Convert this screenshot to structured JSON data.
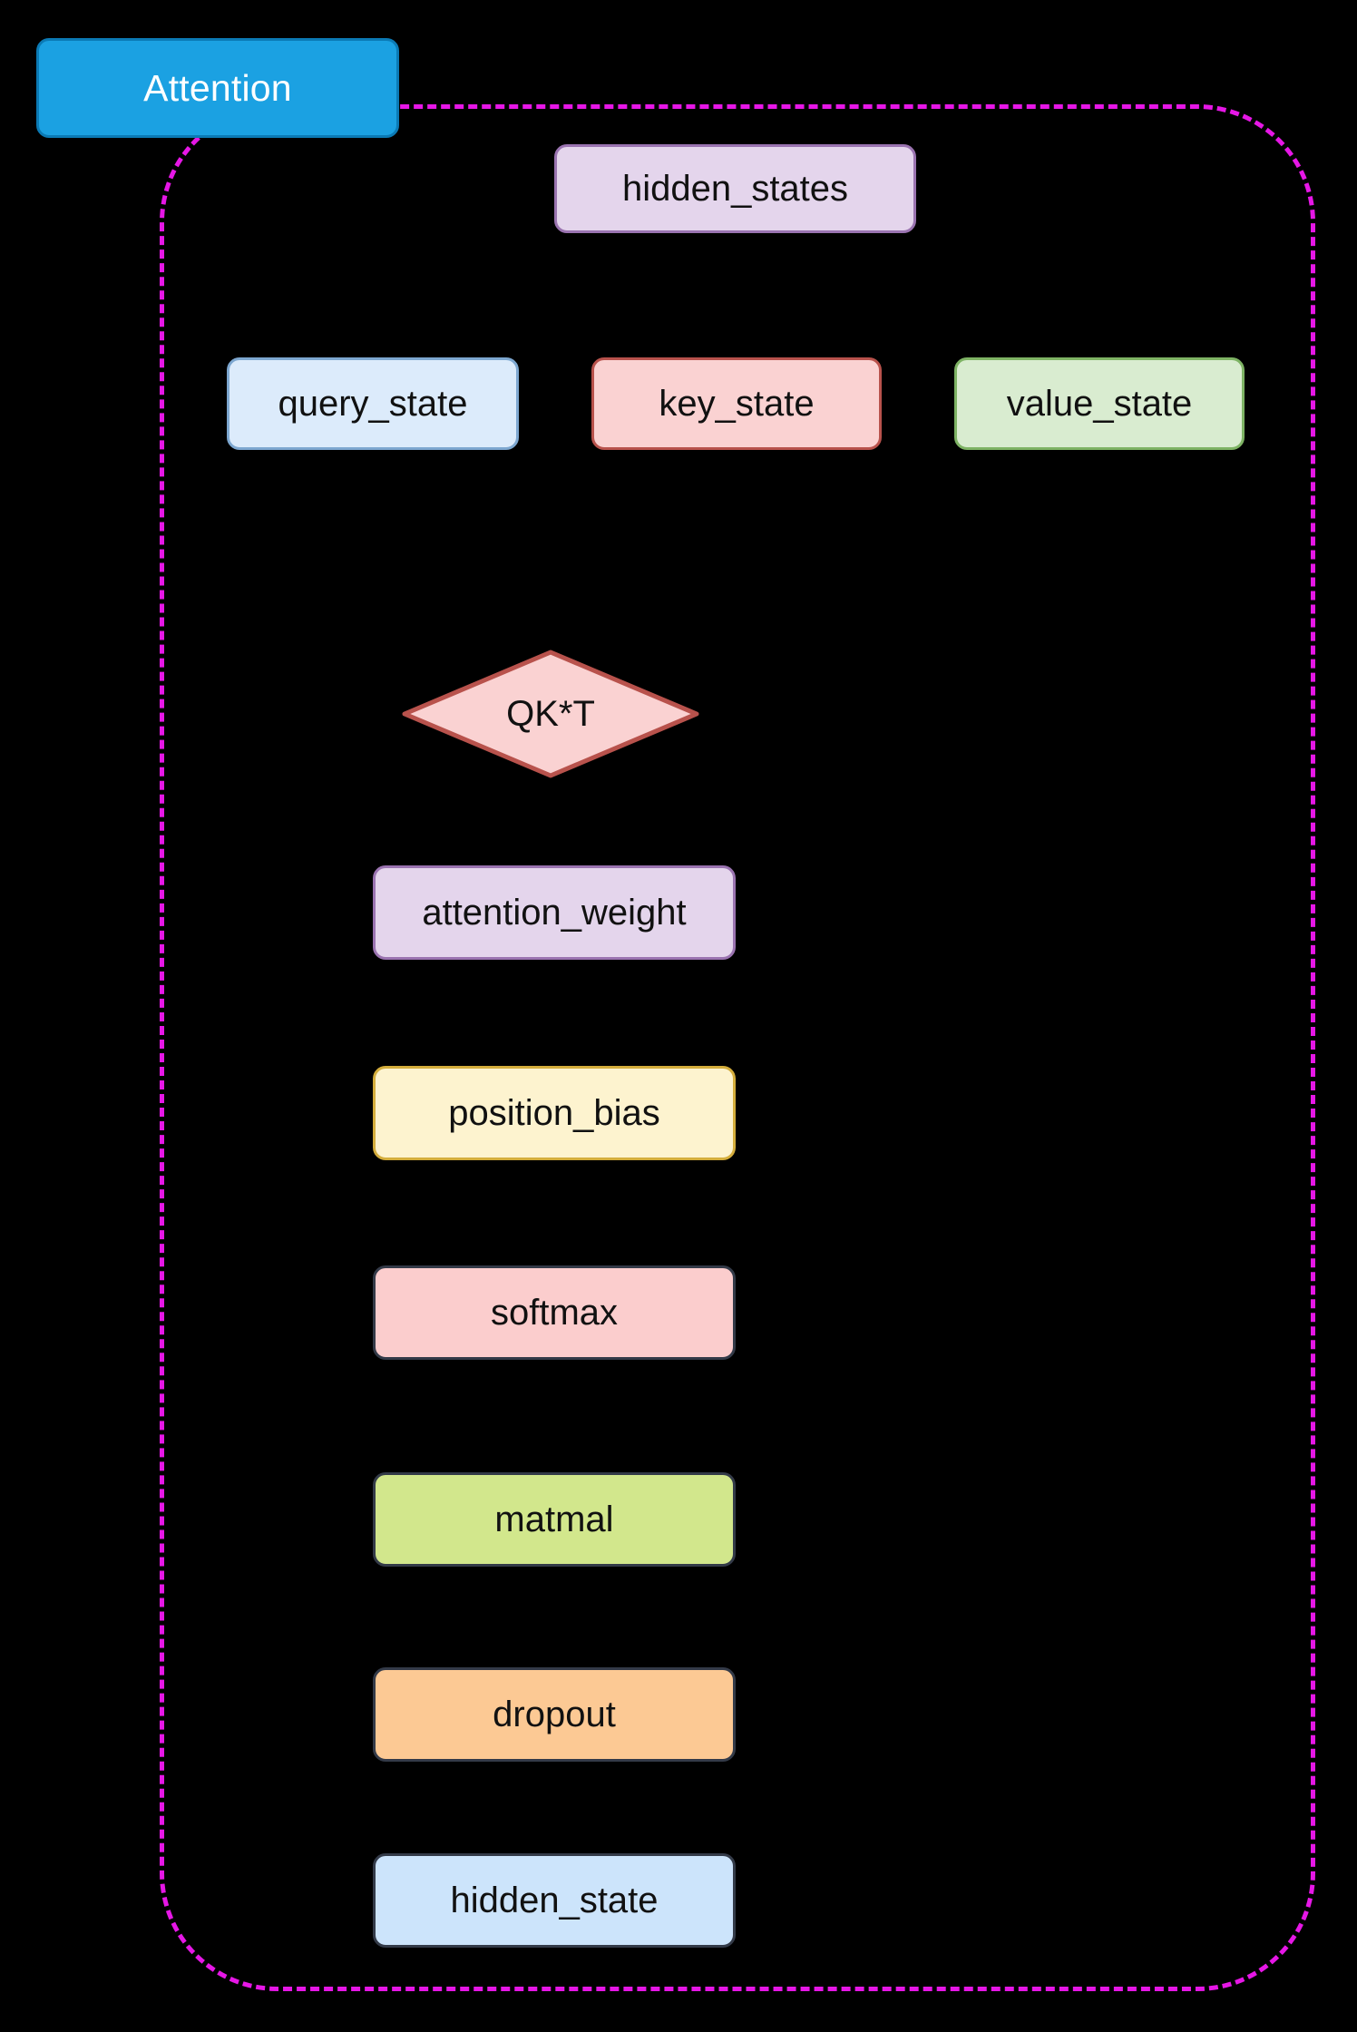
{
  "diagram": {
    "title": "Attention",
    "background_color": "#000000",
    "subgraph_border_color": "#e617e6",
    "title_fill_color": "#1ba1e2",
    "title_text_color": "#ffffff"
  },
  "nodes": [
    {
      "id": "hidden_states",
      "label": "hidden_states",
      "shape": "rounded-rect",
      "fill": "#e4d5ec",
      "stroke": "#9a73b0"
    },
    {
      "id": "query_state",
      "label": "query_state",
      "shape": "rounded-rect",
      "fill": "#dcebfb",
      "stroke": "#7da7d0"
    },
    {
      "id": "key_state",
      "label": "key_state",
      "shape": "rounded-rect",
      "fill": "#fad2d2",
      "stroke": "#b8524c"
    },
    {
      "id": "value_state",
      "label": "value_state",
      "shape": "rounded-rect",
      "fill": "#d9ecd0",
      "stroke": "#7eb364"
    },
    {
      "id": "qkt",
      "label": "QK*T",
      "shape": "diamond",
      "fill": "#fad2d2",
      "stroke": "#b8524c"
    },
    {
      "id": "attention_weight",
      "label": "attention_weight",
      "shape": "rounded-rect",
      "fill": "#e4d5ec",
      "stroke": "#9a73b0"
    },
    {
      "id": "position_bias",
      "label": "position_bias",
      "shape": "rounded-rect",
      "fill": "#fdf3cf",
      "stroke": "#d4ad3c"
    },
    {
      "id": "softmax",
      "label": "softmax",
      "shape": "rounded-rect",
      "fill": "#fbcdcd",
      "stroke": "#333a48"
    },
    {
      "id": "matmal",
      "label": "matmal",
      "shape": "rounded-rect",
      "fill": "#d2e78c",
      "stroke": "#333a48"
    },
    {
      "id": "dropout",
      "label": "dropout",
      "shape": "rounded-rect",
      "fill": "#fcc994",
      "stroke": "#333a48"
    },
    {
      "id": "hidden_state",
      "label": "hidden_state",
      "shape": "rounded-rect",
      "fill": "#cce4fb",
      "stroke": "#333a48"
    }
  ]
}
